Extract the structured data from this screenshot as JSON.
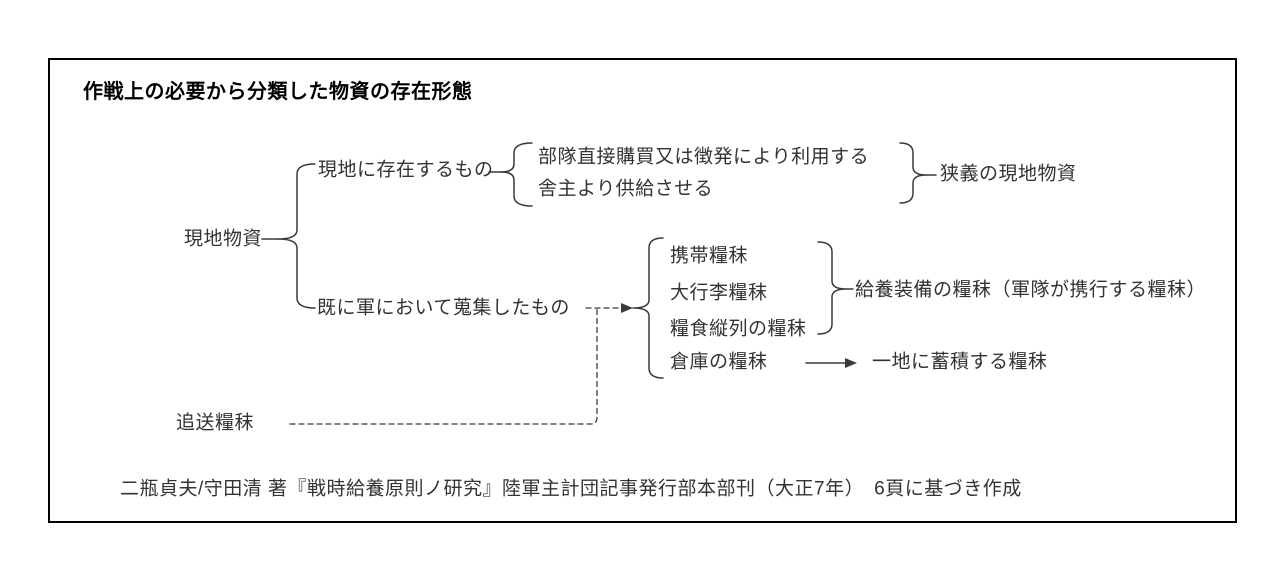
{
  "colors": {
    "background": "#ffffff",
    "border": "#000000",
    "title_text": "#000000",
    "body_text": "#333333",
    "line": "#3a3a3a"
  },
  "diagram": {
    "title": "作戦上の必要から分類した物資の存在形態",
    "nodes": {
      "genchi_busshi": "現地物資",
      "genchi_sonzai": "現地に存在するもの",
      "butai_chokubai": "部隊直接購買又は徴発により利用する",
      "shashu_kyokyu": "舎主より供給させる",
      "kyogi_genchi_busshi": "狭義の現地物資",
      "sudeni_shushu": "既に軍において蒐集したもの",
      "keitai_ryomatsu": "携帯糧秣",
      "daikori_ryomatsu": "大行李糧秣",
      "ryoshoku_juretsu_ryomatsu": "糧食縦列の糧秣",
      "soko_ryomatsu": "倉庫の糧秣",
      "kyuyo_sobi_ryomatsu": "給養装備の糧秣（軍隊が携行する糧秣）",
      "ichichi_chikuseki_ryomatsu": "一地に蓄積する糧秣",
      "tsuiso_ryomatsu": "追送糧秣"
    },
    "citation": "二瓶貞夫/守田清 著『戦時給養原則ノ研究』陸軍主計団記事発行部本部刊（大正7年）　6頁に基づき作成"
  }
}
